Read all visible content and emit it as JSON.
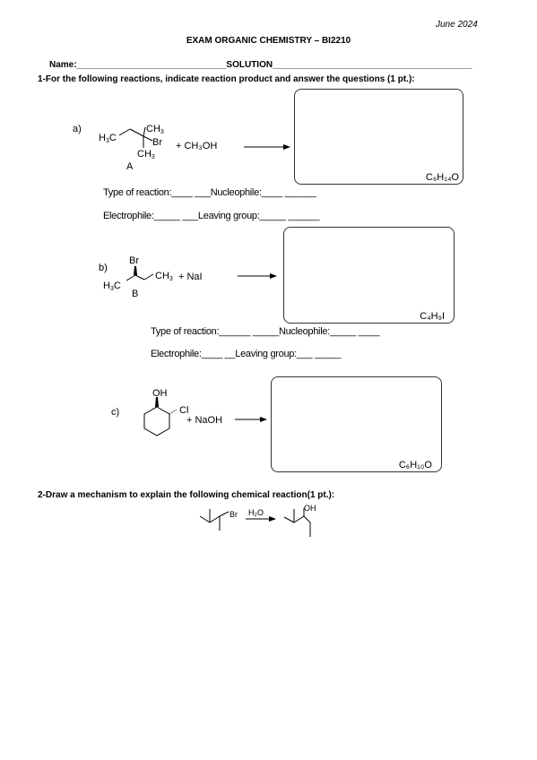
{
  "header": {
    "date": "June 2024",
    "title": "EXAM ORGANIC CHEMISTRY – BI2210",
    "name_line": "Name:______________________________SOLUTION________________________________________"
  },
  "question1": {
    "prompt": "1-For the following reactions, indicate reaction product and answer the questions (1 pt.):",
    "a": {
      "label": "a)",
      "compound_label": "A",
      "reagent": "+ CH₃OH",
      "product_formula": "C₆H₁₄O",
      "type_line": "Type of reaction:____      ___Nucleophile:____          ______",
      "electrophile_line": "Electrophile:_____   ___Leaving group:_____    ______"
    },
    "b": {
      "label": "b)",
      "compound_label": "B",
      "reagent": "+ NaI",
      "product_formula": "C₄H₉I",
      "type_line": "Type of reaction:______          _____Nucleophile:_____   ____",
      "electrophile_line": "Electrophile:____   __Leaving group:___      _____"
    },
    "c": {
      "label": "c)",
      "reagent": "+ NaOH",
      "product_formula": "C₆H₁₀O"
    }
  },
  "question2": {
    "prompt": "2-Draw a mechanism to explain the following chemical reaction(1 pt.):",
    "reagent": "H₂O"
  },
  "chem_labels": {
    "ch3": "CH",
    "h3c": "H",
    "br": "Br",
    "cl": "Cl",
    "oh": "OH",
    "sub3": "3",
    "c3": "C"
  }
}
